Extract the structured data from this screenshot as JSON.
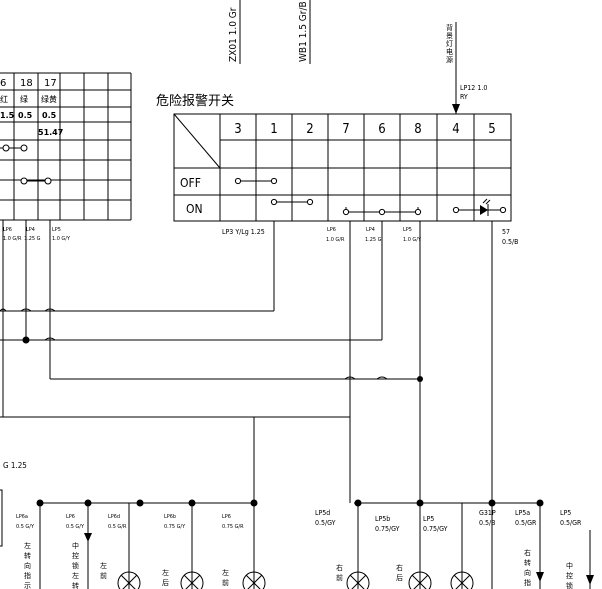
{
  "top_wires": {
    "zx01": "ZX01 1.0 Gr",
    "wb1": "WB1 1.5 Gr/B",
    "backlight_label": "背景灯电源",
    "lp12": "LP12 1.0",
    "lp12_color": "RY"
  },
  "hazard_switch": {
    "title": "危险报警开关",
    "columns": [
      "3",
      "1",
      "2",
      "7",
      "6",
      "8",
      "4",
      "5"
    ],
    "rows": [
      "OFF",
      "ON"
    ]
  },
  "left_table": {
    "numbers": [
      "6",
      "18",
      "17"
    ],
    "colors": [
      "红",
      "绿",
      "绿黄"
    ],
    "sizes": [
      "1.5",
      "0.5",
      "0.5",
      "51.47"
    ]
  },
  "left_wires": [
    {
      "id": "LP6",
      "spec": "1.0 G/R"
    },
    {
      "id": "LP4",
      "spec": "1.25 G"
    },
    {
      "id": "LP5",
      "spec": "1.0 G/Y"
    }
  ],
  "switch_wires": [
    {
      "id": "LP3",
      "spec": "Y/Lg 1.25"
    },
    {
      "id": "LP6",
      "spec": "1.0 G/R"
    },
    {
      "id": "LP4",
      "spec": "1.25 G"
    },
    {
      "id": "LP5",
      "spec": "1.0 G/Y"
    },
    {
      "id": "57",
      "spec": "0.5/B"
    }
  ],
  "g125": "G 1.25",
  "bottom_left": [
    {
      "id": "LP6a",
      "spec": "0.5 G/Y",
      "lamp": "左转向指示"
    },
    {
      "id": "LP6",
      "spec": "0.5 G/Y",
      "lamp": "中控锁左转向"
    },
    {
      "id": "LP6d",
      "spec": "0.5 G/R",
      "lamp": "左前"
    },
    {
      "id": "LP6b",
      "spec": "0.75 G/Y",
      "lamp": "左后"
    },
    {
      "id": "LP6",
      "spec": "0.75 G/R",
      "lamp": "左前"
    }
  ],
  "bottom_right": [
    {
      "id": "LP5d",
      "spec": "0.5/GY",
      "lamp": "右前"
    },
    {
      "id": "LP5b",
      "spec": "0.75/GY",
      "lamp": "右后"
    },
    {
      "id": "LP5",
      "spec": "0.75/GY",
      "lamp": ""
    },
    {
      "id": "G31P",
      "spec": "0.5/B",
      "lamp": ""
    },
    {
      "id": "LP5a",
      "spec": "0.5/GR",
      "lamp": "右转向指示"
    },
    {
      "id": "LP5",
      "spec": "0.5/GR",
      "lamp": "中控锁"
    }
  ]
}
